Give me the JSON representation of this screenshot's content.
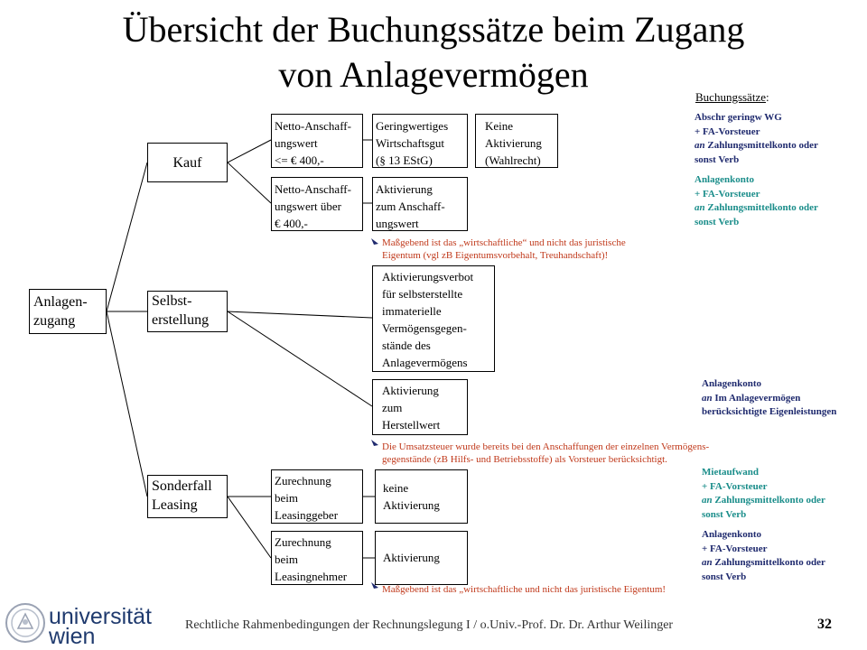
{
  "title": {
    "line1": "Übersicht der Buchungssätze beim Zugang",
    "line2": "von Anlagevermögen"
  },
  "tree": {
    "root": [
      "Anlagen-",
      "zugang"
    ],
    "kauf": [
      "Kauf"
    ],
    "selbst": [
      "Selbst-",
      "erstellung"
    ],
    "leasing": [
      "Sonderfall",
      "Leasing"
    ],
    "netto_low": [
      "Netto-Anschaff-",
      "ungswert",
      "<= € 400,-"
    ],
    "gwg": [
      "Geringwertiges",
      "Wirtschaftsgut",
      "(§ 13 EStG)"
    ],
    "keine_akt": [
      "Keine",
      "Aktivierung",
      "(Wahlrecht)"
    ],
    "netto_high": [
      "Netto-Anschaff-",
      "ungswert über",
      "€ 400,-"
    ],
    "akt_ansch": [
      "Aktivierung",
      "zum Anschaff-",
      "ungswert"
    ],
    "verbot": [
      "Aktivierungsverbot",
      "für selbsterstellte",
      "immaterielle",
      "Vermögensgegen-",
      "stände des",
      "Anlagevermögens"
    ],
    "herst": [
      "Aktivierung",
      "zum",
      "Herstellwert"
    ],
    "geber": [
      "Zurechnung",
      "beim",
      "Leasinggeber"
    ],
    "keine_akt2": [
      "keine",
      "Aktivierung"
    ],
    "nehmer": [
      "Zurechnung",
      "beim",
      "Leasingnehmer"
    ],
    "akt3": [
      "Aktivierung"
    ]
  },
  "notes": {
    "n1": [
      "Maßgebend ist das „wirtschaftliche“ und nicht das juristische",
      "Eigentum (vgl zB Eigentumsvorbehalt, Treuhandschaft)!"
    ],
    "n2": [
      "Die Umsatzsteuer wurde bereits bei den Anschaffungen der einzelnen Vermögens-",
      "gegenstände (zB Hilfs- und Betriebsstoffe) als Vorsteuer berücksichtigt."
    ],
    "n3": [
      "Maßgebend ist das „wirtschaftliche und nicht das juristische Eigentum!"
    ]
  },
  "buchungssaetze": {
    "heading": "Buchungssätze",
    "colon": ":",
    "gwg": [
      "Abschr geringw WG",
      "+ FA-Vorsteuer",
      "an",
      " Zahlungsmittelkonto oder",
      "sonst Verb"
    ],
    "anlage": [
      "Anlagenkonto",
      "+ FA-Vorsteuer",
      "an",
      " Zahlungsmittelkonto oder",
      "sonst Verb"
    ],
    "eigen": [
      "Anlagenkonto",
      "an",
      " Im Anlagevermögen",
      "berücksichtigte Eigenleistungen"
    ],
    "miet": [
      "Mietaufwand",
      "+ FA-Vorsteuer",
      "an",
      " Zahlungsmittelkonto oder",
      "sonst Verb"
    ],
    "anlage2": [
      "Anlagenkonto",
      "+ FA-Vorsteuer",
      "an",
      " Zahlungsmittelkonto oder",
      "sonst Verb"
    ]
  },
  "colors": {
    "navy": "#1f2a6e",
    "teal": "#1a8d8a",
    "note": "#c0391b",
    "logo": "#1f3a6e"
  },
  "footer": {
    "text": "Rechtliche Rahmenbedingungen der Rechnungslegung I / o.Univ.-Prof. Dr. Dr. Arthur Weilinger",
    "page": "32"
  },
  "logo": {
    "line1": "universität",
    "line2": "wien"
  }
}
